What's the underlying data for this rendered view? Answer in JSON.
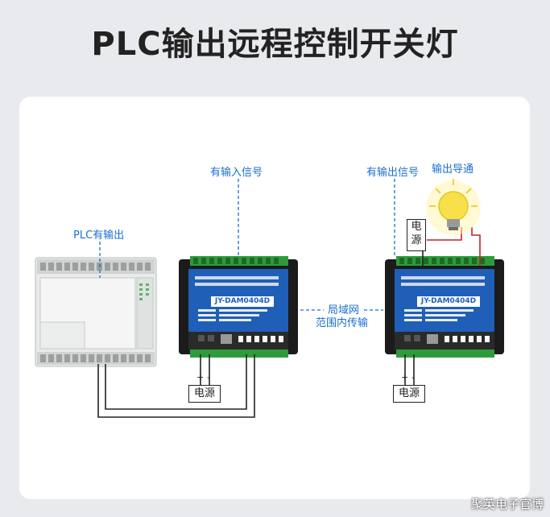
{
  "title": "PLC输出远程控制开关灯",
  "labels": {
    "plc_output": "PLC有输出",
    "input_signal": "有输入信号",
    "output_signal": "有输出信号",
    "output_conduct": "输出导通",
    "lan_line1": "局域网",
    "lan_line2": "范围内传输",
    "power_left": "电源",
    "power_right_top_1": "电",
    "power_right_top_2": "源",
    "power_right_bottom": "电源"
  },
  "devices": {
    "model_left": "JY-DAM0404D",
    "model_right": "JY-DAM0404D"
  },
  "terminals": {
    "plus": "+",
    "minus": "-"
  },
  "watermark": "聚英电子官博",
  "colors": {
    "accent_blue": "#1a6fd0",
    "device_blue": "#1f5fb8",
    "device_black": "#1b1b1b",
    "wire_red": "#c8211e",
    "terminal_green": "#2e9b3a"
  }
}
